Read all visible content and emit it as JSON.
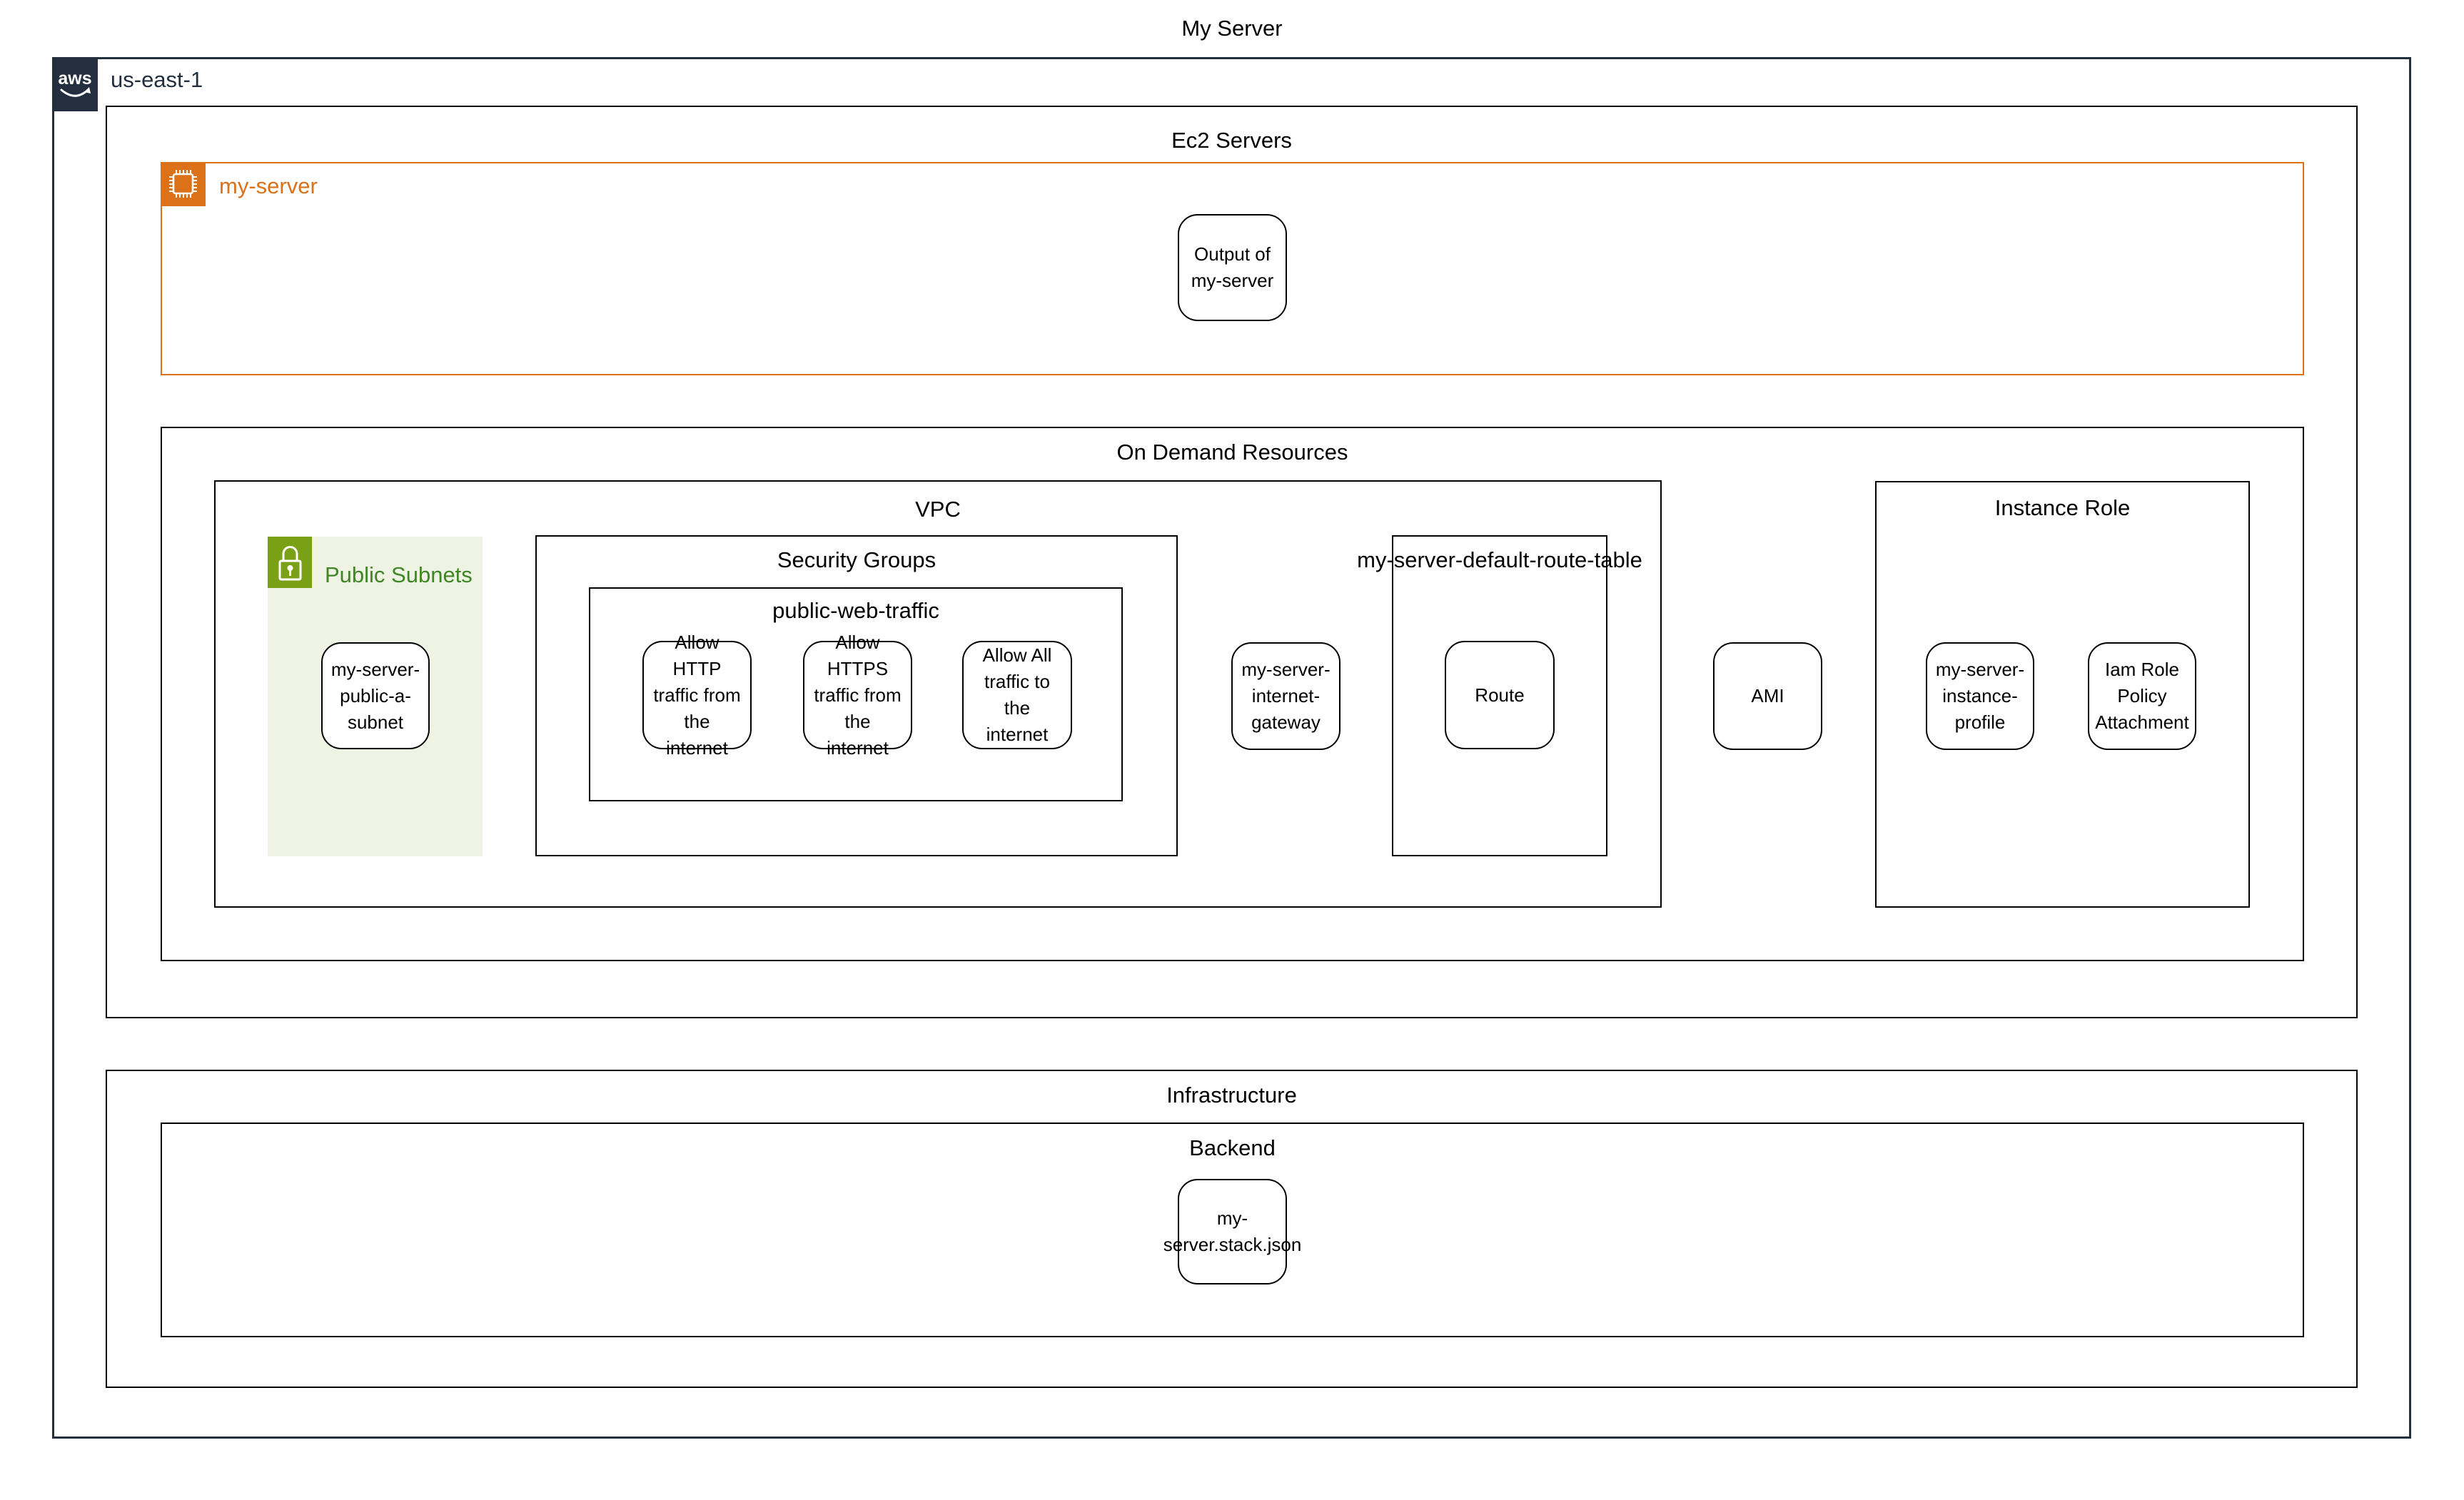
{
  "title": "My Server",
  "region": {
    "label": "us-east-1",
    "logo": "aws-logo"
  },
  "ec2_servers": {
    "label": "Ec2 Servers",
    "my_server": {
      "label": "my-server",
      "icon": "ec2-instance-icon",
      "output_node": "Output of\nmy-server"
    }
  },
  "on_demand": {
    "label": "On Demand Resources",
    "vpc": {
      "label": "VPC",
      "public_subnets": {
        "label": "Public Subnets",
        "icon": "subnet-lock-icon",
        "subnet_node": "my-server-\npublic-a-\nsubnet"
      },
      "security_groups": {
        "label": "Security Groups",
        "public_web_traffic": {
          "label": "public-web-traffic",
          "nodes": [
            "Allow\nHTTP\ntraffic from\nthe\ninternet",
            "Allow\nHTTPS\ntraffic from\nthe\ninternet",
            "Allow All\ntraffic to\nthe\ninternet"
          ]
        }
      },
      "gateway_node": "my-server-\ninternet-\ngateway",
      "route_table": {
        "label": "my-server-default-route-table",
        "route_node": "Route"
      }
    },
    "ami_node": "AMI",
    "instance_role": {
      "label": "Instance Role",
      "profile_node": "my-server-\ninstance-\nprofile",
      "iam_node": "Iam Role\nPolicy\nAttachment"
    }
  },
  "infrastructure": {
    "label": "Infrastructure",
    "backend": {
      "label": "Backend",
      "stack_node": "my-\nserver.stack.json"
    }
  },
  "colors": {
    "orange": "#DB7118",
    "green_icon_bg": "#7AA116",
    "green_text": "#3F8624",
    "green_subnet_bg": "#EEF3E3",
    "navy": "#232F3E",
    "node_border": "#000000"
  }
}
